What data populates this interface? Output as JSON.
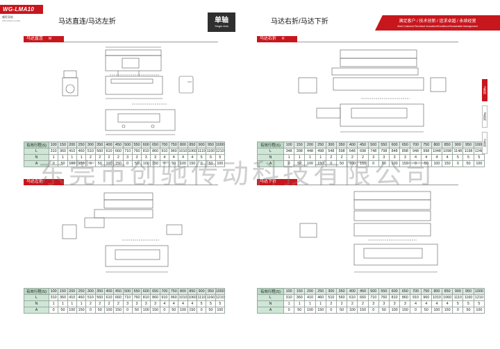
{
  "brand": {
    "logo": "WG-LMA10",
    "company": "威旺导轨",
    "company_en": "WEI WANG GUIDE"
  },
  "left": {
    "heading": "马达直连/马达左折",
    "single_axis_cn": "单轴",
    "single_axis_en": "Single Axis",
    "section1": {
      "label": "马达直连",
      "code": "M"
    },
    "section2": {
      "label": "马达左折",
      "code": ""
    }
  },
  "right": {
    "heading": "马达右折/马达下折",
    "banner_cn": "满足客户 / 技术创新 / 追求卓越 / 永续经营",
    "banner_en": "Meet Customer/Technical Innovation/Excellence/Sustainable Management",
    "section1": {
      "label": "马达右折",
      "code": "R"
    },
    "section2": {
      "label": "马达下折",
      "code": ""
    },
    "side_tabs": [
      "A系列",
      "B系列",
      "C系列"
    ]
  },
  "table_header": "有效行程(S)",
  "strokes": [
    "100",
    "150",
    "200",
    "250",
    "300",
    "350",
    "400",
    "450",
    "500",
    "550",
    "600",
    "650",
    "700",
    "750",
    "800",
    "850",
    "900",
    "950",
    "1000"
  ],
  "tables": {
    "left_top": {
      "L": [
        "310",
        "360",
        "410",
        "460",
        "510",
        "560",
        "610",
        "660",
        "710",
        "760",
        "810",
        "860",
        "910",
        "960",
        "1010",
        "1060",
        "1110",
        "1160",
        "1210"
      ],
      "N": [
        "1",
        "1",
        "1",
        "1",
        "2",
        "2",
        "2",
        "2",
        "3",
        "3",
        "3",
        "3",
        "4",
        "4",
        "4",
        "4",
        "5",
        "5",
        "5"
      ],
      "A": [
        "0",
        "50",
        "100",
        "150",
        "0",
        "50",
        "100",
        "150",
        "0",
        "50",
        "100",
        "150",
        "0",
        "50",
        "100",
        "150",
        "0",
        "50",
        "100"
      ]
    },
    "right_top": {
      "L": [
        "348",
        "398",
        "448",
        "498",
        "548",
        "598",
        "648",
        "698",
        "748",
        "798",
        "848",
        "898",
        "948",
        "998",
        "1048",
        "1098",
        "1148",
        "1198",
        "1248"
      ],
      "N": [
        "1",
        "1",
        "1",
        "1",
        "2",
        "2",
        "2",
        "2",
        "3",
        "3",
        "3",
        "3",
        "4",
        "4",
        "4",
        "4",
        "5",
        "5",
        "5"
      ],
      "A": [
        "0",
        "50",
        "100",
        "150",
        "0",
        "50",
        "100",
        "150",
        "0",
        "50",
        "100",
        "150",
        "0",
        "50",
        "100",
        "150",
        "0",
        "50",
        "100"
      ]
    },
    "left_bottom": {
      "L": [
        "310",
        "360",
        "410",
        "460",
        "510",
        "560",
        "610",
        "660",
        "710",
        "760",
        "810",
        "860",
        "910",
        "960",
        "1010",
        "1060",
        "1110",
        "1160",
        "1210"
      ],
      "N": [
        "1",
        "1",
        "1",
        "1",
        "2",
        "2",
        "2",
        "2",
        "3",
        "3",
        "3",
        "3",
        "4",
        "4",
        "4",
        "4",
        "5",
        "5",
        "5"
      ],
      "A": [
        "0",
        "50",
        "100",
        "150",
        "0",
        "50",
        "100",
        "150",
        "0",
        "50",
        "100",
        "150",
        "0",
        "50",
        "100",
        "150",
        "0",
        "50",
        "100"
      ]
    },
    "right_bottom": {
      "L": [
        "310",
        "360",
        "410",
        "460",
        "510",
        "560",
        "610",
        "660",
        "710",
        "760",
        "810",
        "860",
        "910",
        "960",
        "1010",
        "1060",
        "1110",
        "1160",
        "1210"
      ],
      "N": [
        "1",
        "1",
        "1",
        "1",
        "2",
        "2",
        "2",
        "2",
        "3",
        "3",
        "3",
        "3",
        "4",
        "4",
        "4",
        "4",
        "5",
        "5",
        "5"
      ],
      "A": [
        "0",
        "50",
        "100",
        "150",
        "0",
        "50",
        "100",
        "150",
        "0",
        "50",
        "100",
        "150",
        "0",
        "50",
        "100",
        "150",
        "0",
        "50",
        "100"
      ]
    }
  },
  "watermark": "东莞市创驰传动科技有限公司",
  "colors": {
    "accent": "#c8161d",
    "table_head": "#cfe6d6"
  }
}
